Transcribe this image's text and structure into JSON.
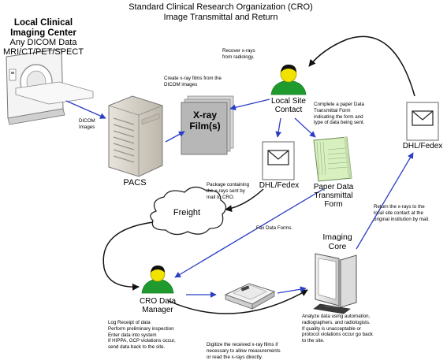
{
  "title": {
    "line1": "Standard Clinical Research Organization (CRO)",
    "line2": "Image Transmittal and Return"
  },
  "imaging_center": {
    "heading_line1": "Local Clinical",
    "heading_line2": "Imaging Center",
    "sub_line1": "Any DICOM Data",
    "sub_line2": "MRI/CT/PET/SPECT"
  },
  "nodes": {
    "pacs": "PACS",
    "xray_line1": "X-ray",
    "xray_line2": "Film(s)",
    "local_site_line1": "Local Site",
    "local_site_line2": "Contact",
    "dhl_left": "DHL/Fedex",
    "dhl_right": "DHL/Fedex",
    "paper_line1": "Paper Data",
    "paper_line2": "Transmittal",
    "paper_line3": "Form",
    "freight": "Freight",
    "cro_line1": "CRO Data",
    "cro_line2": "Manager",
    "core_line1": "Imaging",
    "core_line2": "Core"
  },
  "annotations": {
    "dicom_images": "DICOM\nImages",
    "recover": "Recover x-rays\nfrom radiology.",
    "create_films": "Create x-ray films from the\nDICOM images",
    "complete_form": "Complete a paper Data\nTransmittal Form\nindicating the form and\ntype of data being sent.",
    "package": "Package containing\nthe x-rays sent by\nmail to CRO.",
    "return_xrays": "Return the x-rays to the\nlocal site contact at the\noriginal institution by mail.",
    "fax": "Fax Data Forms.",
    "log_receipt": "Log Receipt of data\nPerform preliminary inspection\nEnter data into system\nIf HIPPA, GCP violations occur,\nsend data back to the site.",
    "digitize": "Digitize the received x-ray films if\nnecessary to allow measurements\nor read the x-rays directly.",
    "analyze": "Analyze data using automation,\nradiographers, and radiologists.\nIf quality is unacceptable or\nprotocol violations occur go back\nto the site."
  },
  "colors": {
    "arrow_blue": "#2b3fc4",
    "person_green": "#1f9a2e",
    "person_yellow": "#f2e200",
    "form_green": "#d8efc0",
    "film_gray": "#b7b7b7"
  },
  "icons": [
    "mri-scanner-icon",
    "pacs-server-icon",
    "xray-film-icon",
    "person-icon",
    "envelope-icon",
    "paper-form-icon",
    "cloud-icon",
    "scanner-icon",
    "monitor-icon"
  ]
}
